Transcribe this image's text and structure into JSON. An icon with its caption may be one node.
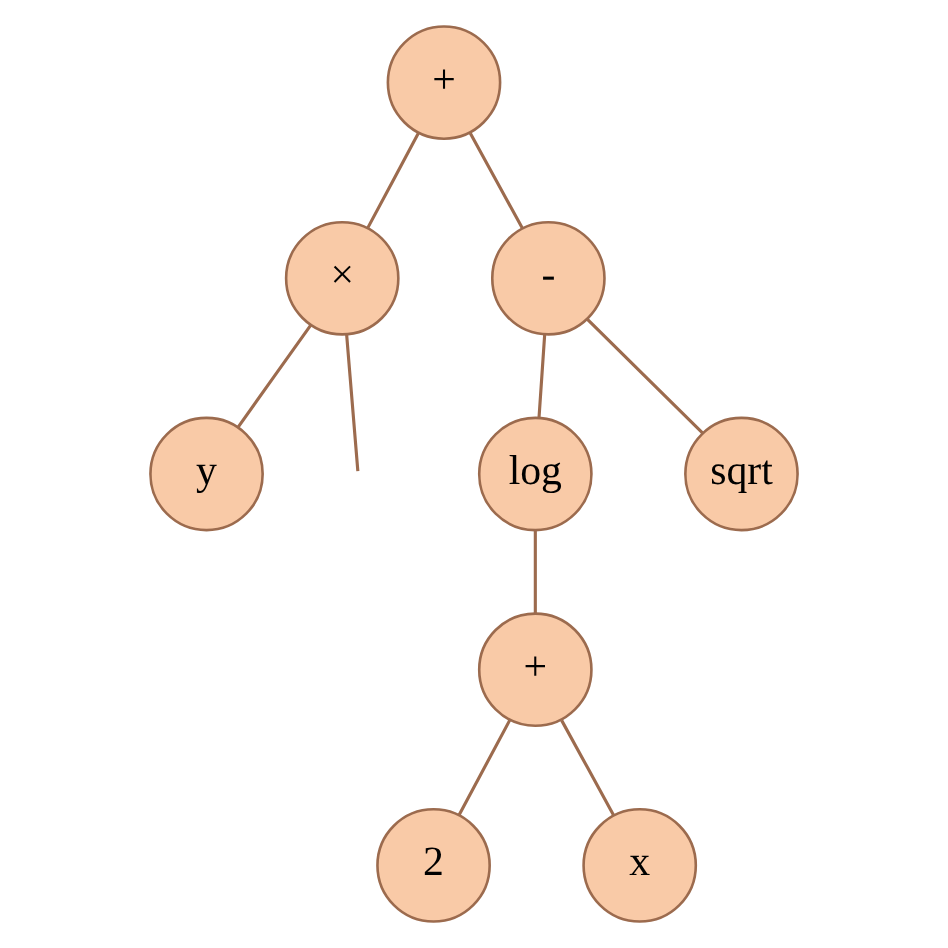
{
  "diagram": {
    "nodes": [
      {
        "text": [
          "+"
        ]
      },
      {
        "text": [
          "×"
        ]
      },
      {
        "text": [
          "-"
        ]
      },
      {
        "text": [
          "y"
        ]
      },
      {
        "text": [
          "log"
        ]
      },
      {
        "text": [
          "sqrt"
        ]
      },
      {
        "text": [
          "+"
        ]
      },
      {
        "text": [
          "2"
        ]
      },
      {
        "text": [
          "x"
        ]
      }
    ],
    "edges": [
      {
        "from": 0,
        "to": 1,
        "arrow": "none"
      },
      {
        "from": 0,
        "to": 2,
        "arrow": "none"
      },
      {
        "from": 1,
        "to": null,
        "arrow": "none"
      },
      {
        "from": 1,
        "to": 3,
        "arrow": "none"
      },
      {
        "from": 2,
        "to": 4,
        "arrow": "none"
      },
      {
        "from": 2,
        "to": 5,
        "arrow": "none"
      },
      {
        "from": 4,
        "to": 6,
        "arrow": "none"
      },
      {
        "from": 6,
        "to": 7,
        "arrow": "none"
      },
      {
        "from": 6,
        "to": 8,
        "arrow": "none"
      }
    ]
  }
}
